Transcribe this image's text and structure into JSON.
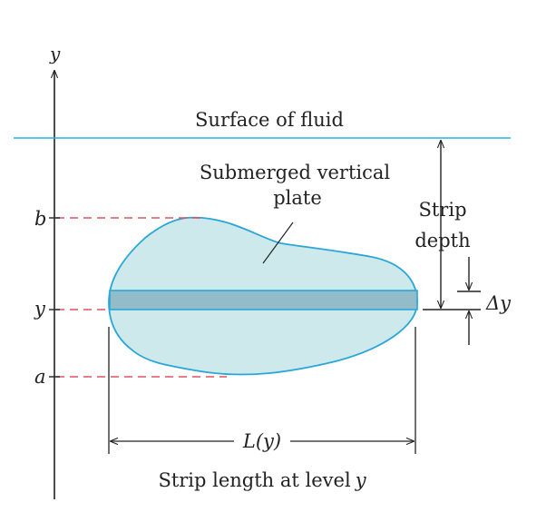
{
  "labels": {
    "y_axis": "y",
    "surface": "Surface of fluid",
    "plate_line1": "Submerged vertical",
    "plate_line2": "plate",
    "strip_line1": "Strip",
    "strip_line2": "depth",
    "delta_y": "Δy",
    "tick_b": "b",
    "tick_y": "y",
    "tick_a": "a",
    "length": "L(y)",
    "caption_main": "Strip length at level",
    "caption_var": "y"
  },
  "colors": {
    "surface_line": "#29b0e0",
    "plate_fill": "#cde9ec",
    "plate_stroke": "#2aa6d8",
    "strip_fill": "#93bcc9",
    "dash": "#e05060",
    "ink": "#222222"
  }
}
